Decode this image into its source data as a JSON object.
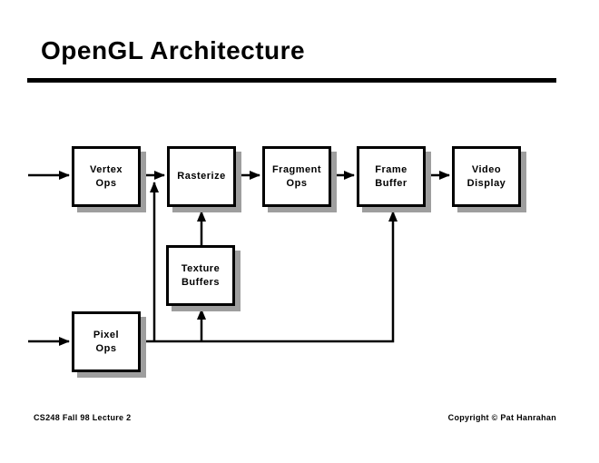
{
  "slide": {
    "title": "OpenGL Architecture",
    "footer_left": "CS248 Fall 98 Lecture 2",
    "footer_right": "Copyright © Pat Hanrahan"
  },
  "diagram": {
    "nodes": [
      {
        "id": "vertex-ops",
        "label": "Vertex\nOps"
      },
      {
        "id": "rasterize",
        "label": "Rasterize"
      },
      {
        "id": "fragment-ops",
        "label": "Fragment\nOps"
      },
      {
        "id": "frame-buffer",
        "label": "Frame\nBuffer"
      },
      {
        "id": "video-display",
        "label": "Video\nDisplay"
      },
      {
        "id": "texture-buffers",
        "label": "Texture\nBuffers"
      },
      {
        "id": "pixel-ops",
        "label": "Pixel\nOps"
      }
    ],
    "edges": [
      {
        "from": "input",
        "to": "vertex-ops"
      },
      {
        "from": "vertex-ops",
        "to": "rasterize"
      },
      {
        "from": "rasterize",
        "to": "fragment-ops"
      },
      {
        "from": "fragment-ops",
        "to": "frame-buffer"
      },
      {
        "from": "frame-buffer",
        "to": "video-display"
      },
      {
        "from": "input",
        "to": "pixel-ops"
      },
      {
        "from": "pixel-ops",
        "to": "frame-buffer"
      },
      {
        "from": "pixel-ops",
        "to": "rasterize"
      },
      {
        "from": "pixel-ops",
        "to": "texture-buffers"
      },
      {
        "from": "texture-buffers",
        "to": "rasterize"
      }
    ],
    "colors": {
      "line": "#000000",
      "box_border": "#000000",
      "box_shadow": "#9e9e9e",
      "background": "#ffffff",
      "text": "#000000"
    }
  }
}
